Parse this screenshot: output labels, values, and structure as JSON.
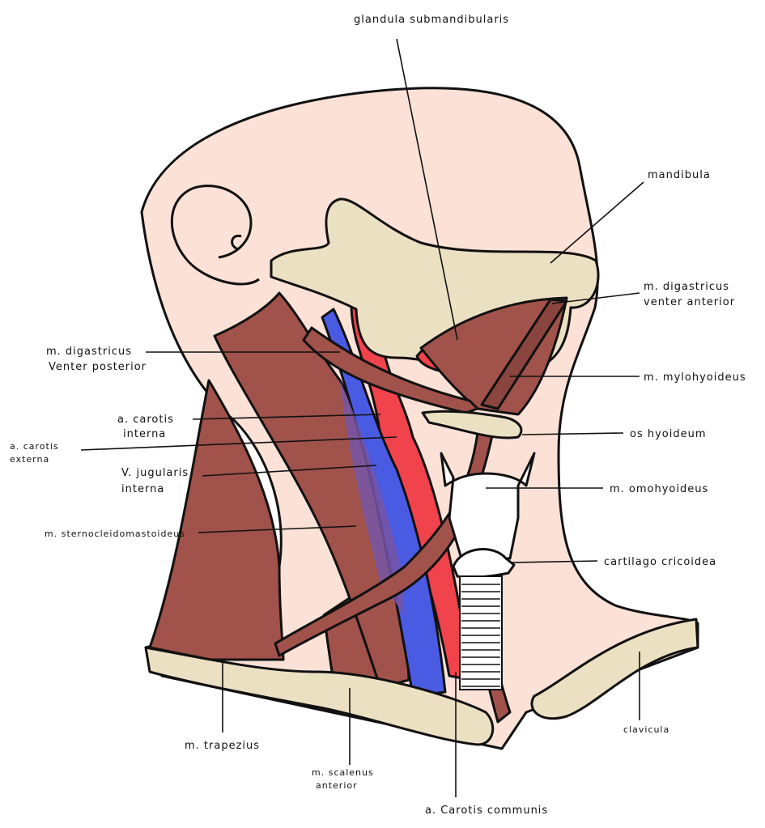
{
  "title": "Neck anatomy – lateral view",
  "colors": {
    "skin": "#fbe1d6",
    "muscle": "#a0524b",
    "bone": "#ece0c3",
    "artery": "#f0434b",
    "vein": "#4a5be3",
    "cartilage": "#ffffff"
  },
  "labels": {
    "glandula_submandibularis": {
      "line1": "glandula submandibularis"
    },
    "mandibula": {
      "line1": "mandibula"
    },
    "digastricus_anterior": {
      "line1": "m. digastricus",
      "line2": "venter anterior"
    },
    "mylohyoideus": {
      "line1": "m. mylohyoideus"
    },
    "os_hyoideum": {
      "line1": "os hyoideum"
    },
    "omohyoideus": {
      "line1": "m. omohyoideus"
    },
    "cartilago_cricoidea": {
      "line1": "cartilago cricoidea"
    },
    "clavicula": {
      "line1": "clavicula"
    },
    "carotis_communis": {
      "line1": "a. Carotis communis"
    },
    "scalenus_anterior": {
      "line1": "m. scalenus",
      "line2": "anterior"
    },
    "trapezius": {
      "line1": "m. trapezius"
    },
    "sternocleidomastoideus": {
      "line1": "m. sternocleidomastoideus"
    },
    "jugularis_interna": {
      "line1": "V. jugularis",
      "line2": "interna"
    },
    "carotis_externa": {
      "line1": "a. carotis",
      "line2": "externa"
    },
    "carotis_interna": {
      "line1": "a. carotis",
      "line2": "interna"
    },
    "digastricus_posterior": {
      "line1": "m. digastricus",
      "line2": "Venter posterior"
    }
  }
}
